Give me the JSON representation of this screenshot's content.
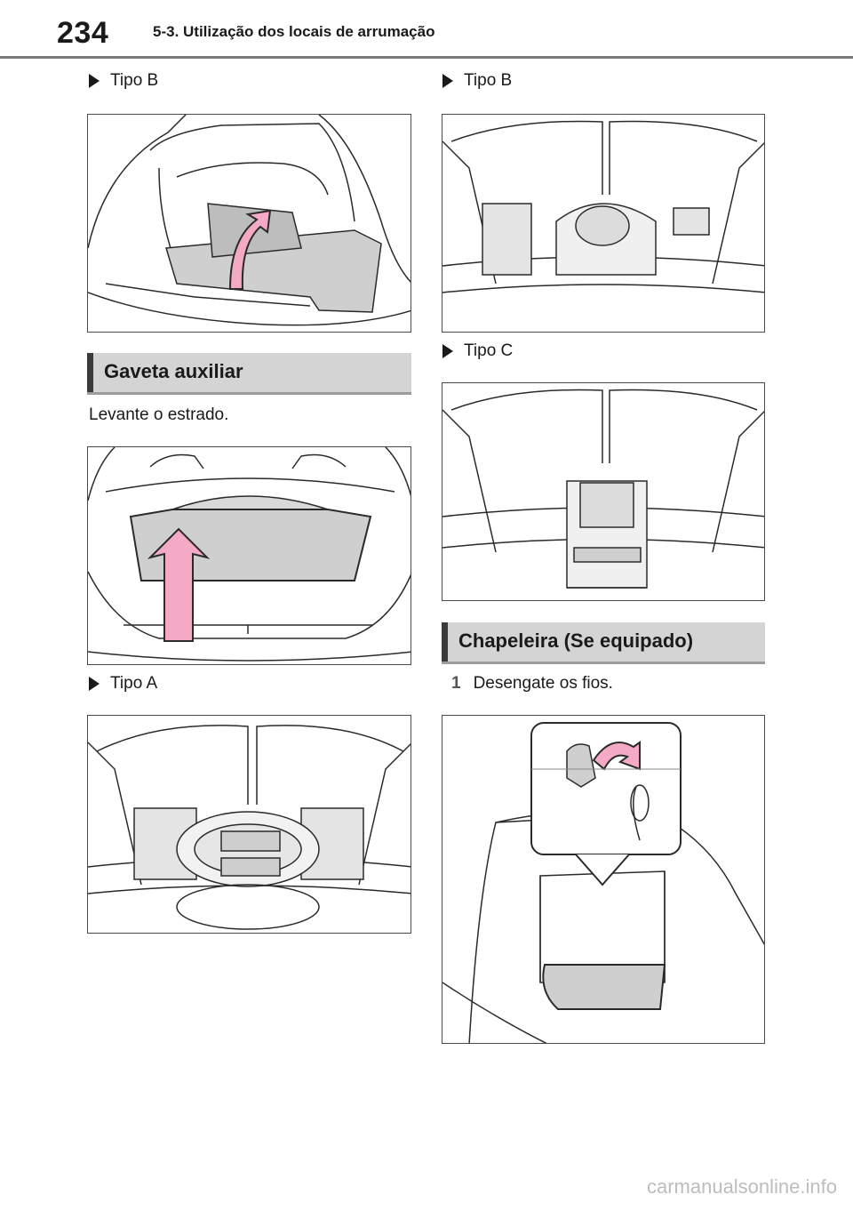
{
  "header": {
    "page_number": "234",
    "chapter": "5-3. Utilização dos locais de arrumação"
  },
  "left": {
    "label_top": "Tipo B",
    "section_title": "Gaveta auxiliar",
    "instruction": "Levante o estrado.",
    "label_bottom": "Tipo A"
  },
  "right": {
    "label_top": "Tipo B",
    "label_middle": "Tipo C",
    "section_title": "Chapeleira (Se equipado)",
    "step_number": "1",
    "step_text": "Desengate os fios."
  },
  "watermark": "carmanualsonline.info",
  "colors": {
    "arrow_pink": "#f4a9c4",
    "panel_gray": "#cfcfcf",
    "section_bg": "#d4d4d4"
  }
}
